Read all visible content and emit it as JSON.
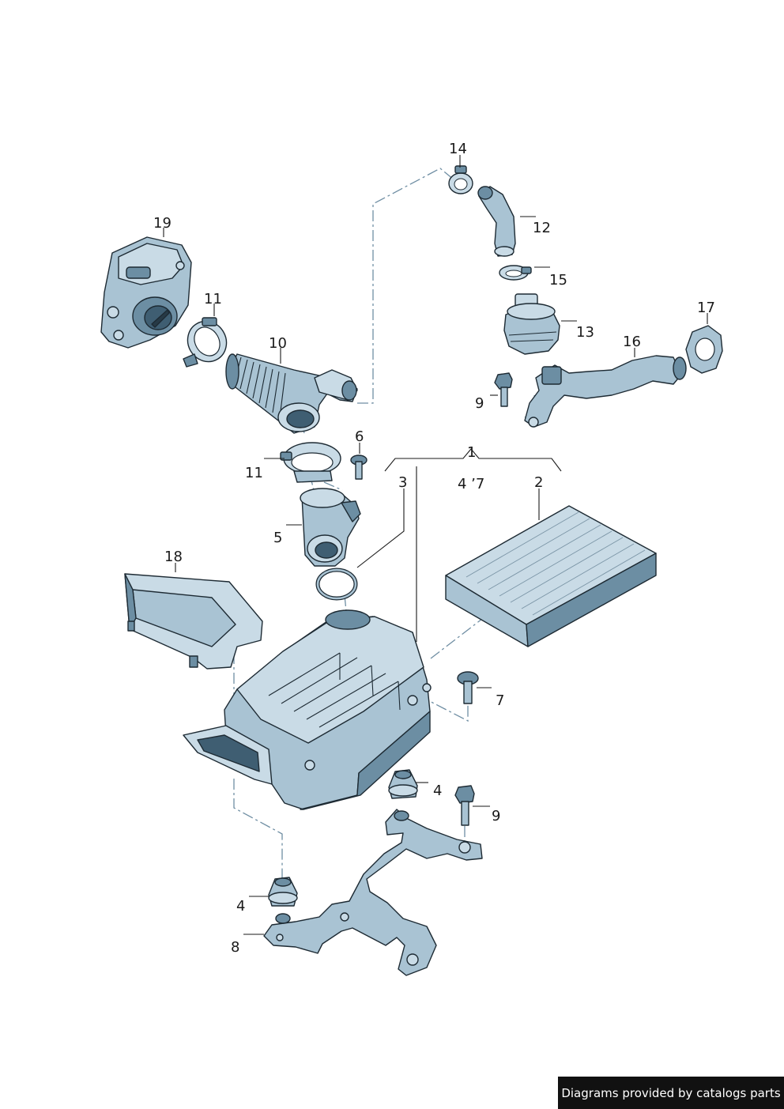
{
  "callouts": {
    "c1": "1",
    "c2": "2",
    "c3": "3",
    "c4_top": "4 ’7",
    "c4_right": "4",
    "c4_bottom": "4",
    "c5": "5",
    "c6": "6",
    "c7": "7",
    "c8": "8",
    "c9_top": "9",
    "c9_bottom": "9",
    "c10": "10",
    "c11_top": "11",
    "c11_mid": "11",
    "c12": "12",
    "c13": "13",
    "c14": "14",
    "c15": "15",
    "c16": "16",
    "c17": "17",
    "c18": "18",
    "c19": "19"
  },
  "footer": {
    "text": "Diagrams provided by catalogs parts"
  },
  "colors": {
    "part_body": "#a9c3d3",
    "part_light": "#c9dbe6",
    "part_dark": "#6c8ea3",
    "part_deep": "#3f5e72",
    "outline": "#1d2a33",
    "phantom_line": "#6f8ea3"
  }
}
